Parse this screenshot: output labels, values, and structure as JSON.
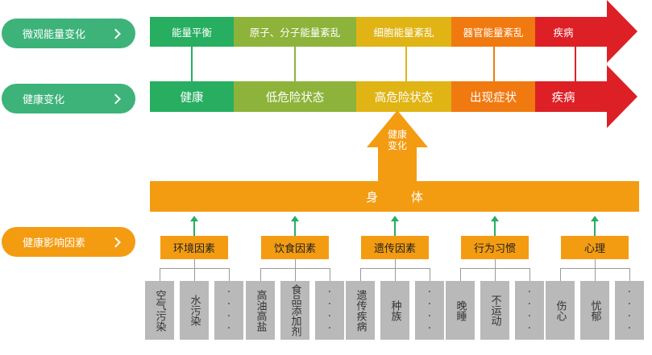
{
  "left_labels": [
    {
      "label": "微观能量变化",
      "color": "#3db37a"
    },
    {
      "label": "健康变化",
      "color": "#3db37a"
    },
    {
      "label": "健康影响因素",
      "color": "#f39c12"
    }
  ],
  "row1": [
    {
      "label": "能量平衡",
      "color": "#27ae60"
    },
    {
      "label": "原子、分子能量紊乱",
      "color": "#8db33a"
    },
    {
      "label": "细胞能量紊乱",
      "color": "#e0b415"
    },
    {
      "label": "器官能量紊乱",
      "color": "#f07a10"
    },
    {
      "label": "疾病",
      "color": "#dd2026"
    }
  ],
  "row2": [
    {
      "label": "健康",
      "color": "#27ae60"
    },
    {
      "label": "低危险状态",
      "color": "#8db33a"
    },
    {
      "label": "高危险状态",
      "color": "#e0b415"
    },
    {
      "label": "出现症状",
      "color": "#f07a10"
    },
    {
      "label": "疾病",
      "color": "#dd2026"
    }
  ],
  "up_arrow": {
    "label": "健康变化",
    "color": "#f39c12"
  },
  "body_bar": {
    "label": "身 体"
  },
  "factors": [
    {
      "label": "环境因素",
      "leaves": [
        "空气污染",
        "水污染",
        "····"
      ]
    },
    {
      "label": "饮食因素",
      "leaves": [
        "高油高盐",
        "食品添加剂",
        "····"
      ]
    },
    {
      "label": "遗传因素",
      "leaves": [
        "遗传疾病",
        "种族",
        "····"
      ]
    },
    {
      "label": "行为习惯",
      "leaves": [
        "晚睡",
        "不运动",
        "····"
      ]
    },
    {
      "label": "心理",
      "leaves": [
        "伤心",
        "忧郁",
        "····"
      ]
    }
  ]
}
